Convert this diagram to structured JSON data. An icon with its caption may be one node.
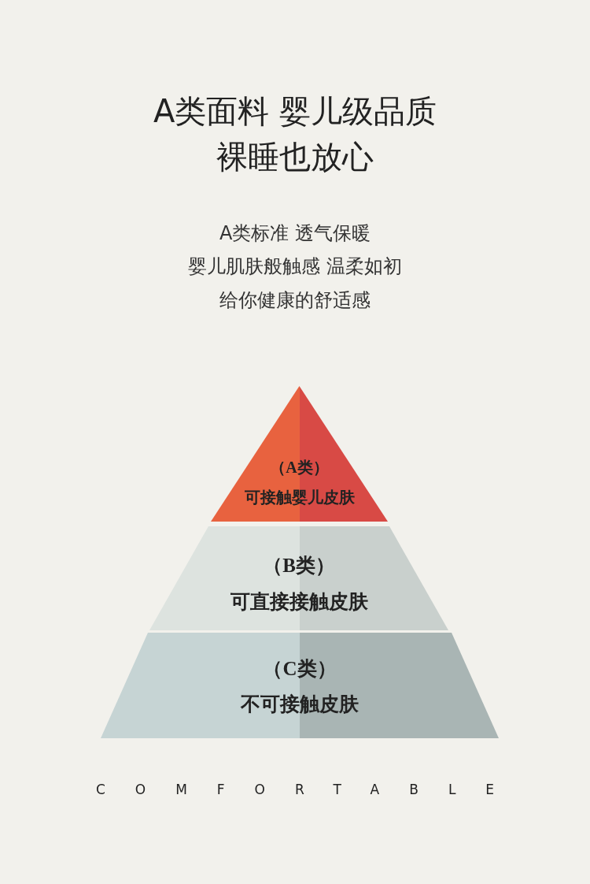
{
  "diagram": {
    "title": "A类面料 婴儿级品质裸睡也放心",
    "nodes": [
      {
        "text": [
          "（A类）",
          "可接触婴儿皮肤"
        ]
      },
      {
        "text": [
          "（B类）",
          "可直接接触皮肤"
        ]
      },
      {
        "text": [
          "（C类）",
          "不可接触皮肤"
        ]
      }
    ],
    "edges": [],
    "labels": [
      "A类标准 透气保暖",
      "婴儿肌肤般触感 温柔如初",
      "给你健康的舒适感",
      "COMFORTABLE"
    ]
  }
}
